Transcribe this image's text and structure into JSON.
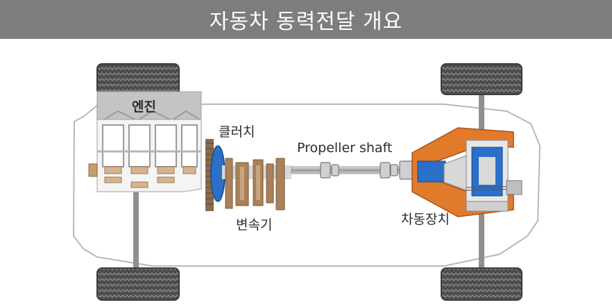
{
  "title": "자동차 동력전달 개요",
  "labels": {
    "engine": "엔진",
    "clutch": "클러치",
    "transmission": "변속기",
    "propeller_shaft": "Propeller shaft",
    "differential": "차동장치"
  },
  "colors": {
    "title_bar": "#7d7d7d",
    "clutch_blue": "#2b6fc9",
    "gear_brown": "#a9815a",
    "diff_orange": "#e27a2c",
    "tire": "#4a4a4a",
    "engine_gray": "#bdbdbd"
  }
}
